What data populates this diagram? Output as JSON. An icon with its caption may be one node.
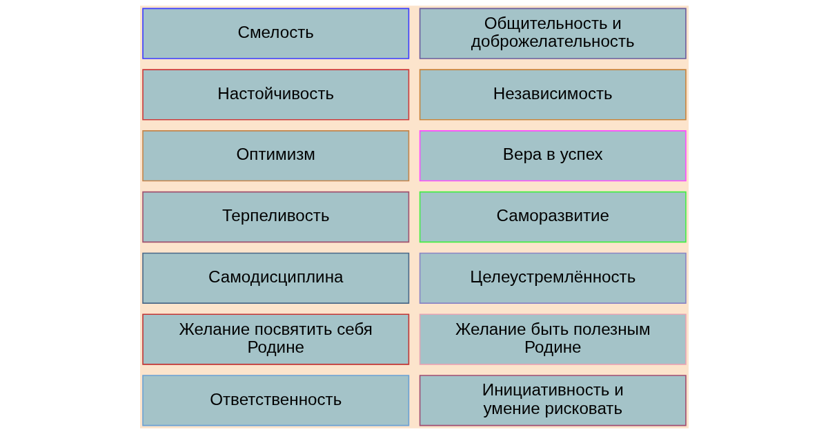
{
  "diagram": {
    "nodes": [
      {
        "text": [
          "Смелость"
        ]
      },
      {
        "text": [
          "Настойчивость"
        ]
      },
      {
        "text": [
          "Оптимизм"
        ]
      },
      {
        "text": [
          "Терпеливость"
        ]
      },
      {
        "text": [
          "Самодисциплина"
        ]
      },
      {
        "text": [
          "Желание посвятить себя Родине"
        ]
      },
      {
        "text": [
          "Ответственность"
        ]
      },
      {
        "text": [
          "Общительность и доброжелательность"
        ]
      },
      {
        "text": [
          "Независимость"
        ]
      },
      {
        "text": [
          "Вера в успех"
        ]
      },
      {
        "text": [
          "Саморазвитие"
        ]
      },
      {
        "text": [
          "Целеустремлённость"
        ]
      },
      {
        "text": [
          "Желание быть полезным Родине"
        ]
      },
      {
        "text": [
          "Инициативность и умение рисковать"
        ]
      }
    ]
  }
}
